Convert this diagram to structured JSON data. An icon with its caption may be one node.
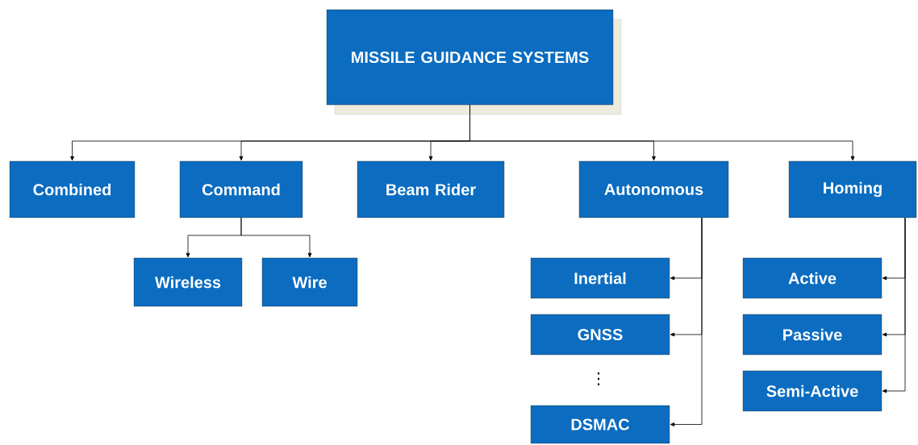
{
  "diagram": {
    "nodes": [
      {
        "text": [
          "MISSILE GUIDANCE SYSTEMS"
        ]
      },
      {
        "text": [
          "Combined"
        ]
      },
      {
        "text": [
          "Command"
        ]
      },
      {
        "text": [
          "Beam Rider"
        ]
      },
      {
        "text": [
          "Autonomous"
        ]
      },
      {
        "text": [
          "Homing"
        ]
      },
      {
        "text": [
          "Wireless"
        ]
      },
      {
        "text": [
          "Wire"
        ]
      },
      {
        "text": [
          "Inertial"
        ]
      },
      {
        "text": [
          "GNSS"
        ]
      },
      {
        "text": [
          "DSMAC"
        ]
      },
      {
        "text": [
          "Active"
        ]
      },
      {
        "text": [
          "Passive"
        ]
      },
      {
        "text": [
          "Semi-Active"
        ]
      }
    ],
    "edges": [
      {
        "from": 0,
        "to": 1,
        "arrow": "to"
      },
      {
        "from": 0,
        "to": 2,
        "arrow": "to"
      },
      {
        "from": 0,
        "to": 3,
        "arrow": "to"
      },
      {
        "from": 0,
        "to": 4,
        "arrow": "to"
      },
      {
        "from": 0,
        "to": 5,
        "arrow": "to"
      },
      {
        "from": 2,
        "to": 6,
        "arrow": "to"
      },
      {
        "from": 2,
        "to": 7,
        "arrow": "to"
      },
      {
        "from": 4,
        "to": 8,
        "arrow": "to"
      },
      {
        "from": 4,
        "to": 9,
        "arrow": "to"
      },
      {
        "from": 4,
        "to": 10,
        "arrow": "to"
      },
      {
        "from": 5,
        "to": 11,
        "arrow": "to"
      },
      {
        "from": 5,
        "to": 12,
        "arrow": "to"
      },
      {
        "from": 5,
        "to": 13,
        "arrow": "to"
      }
    ],
    "labels": [
      "⋮"
    ]
  }
}
